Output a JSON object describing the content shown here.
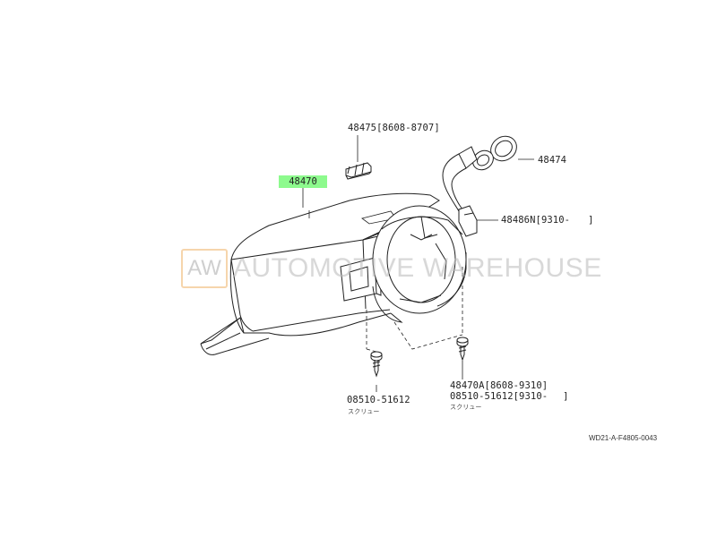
{
  "parts": {
    "p48475": "48475[8608-8707]",
    "p48474": "48474",
    "p48470": "48470",
    "p48486n_code": "48486N[9310-",
    "p48486n_bracket": "]",
    "screw_left_part": "08510-51612",
    "screw_left_name": "スクリュー",
    "p48470a": "48470A[8608-9310]",
    "screw_right_part": "08510-51612[9310-",
    "screw_right_bracket": "]",
    "screw_right_name": "スクリュー"
  },
  "watermark": {
    "logo": "AW",
    "text": "AUTOMOTIVE WAREHOUSE"
  },
  "diagram_code": "WD21-A-F4805-0043",
  "colors": {
    "highlight": "#8dfa8d",
    "watermark_border": "#f0b36a",
    "line": "#222222"
  }
}
